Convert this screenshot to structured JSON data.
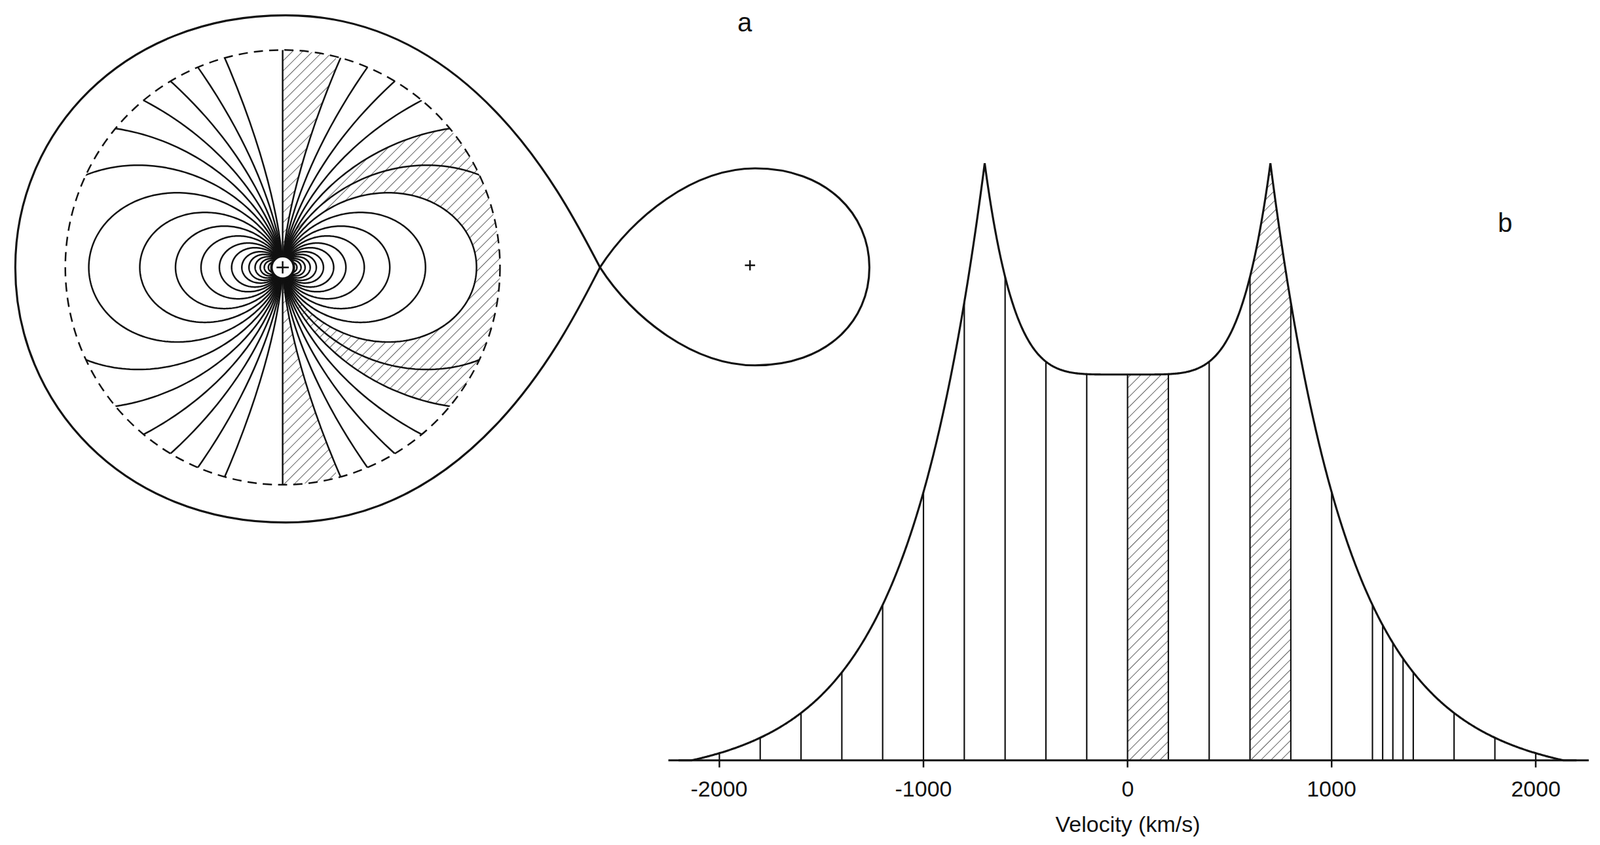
{
  "diagram": {
    "labels": [
      "a",
      "b",
      "-2000",
      "-1000",
      "0",
      "1000",
      "2000",
      "Velocity (km/s)"
    ]
  }
}
